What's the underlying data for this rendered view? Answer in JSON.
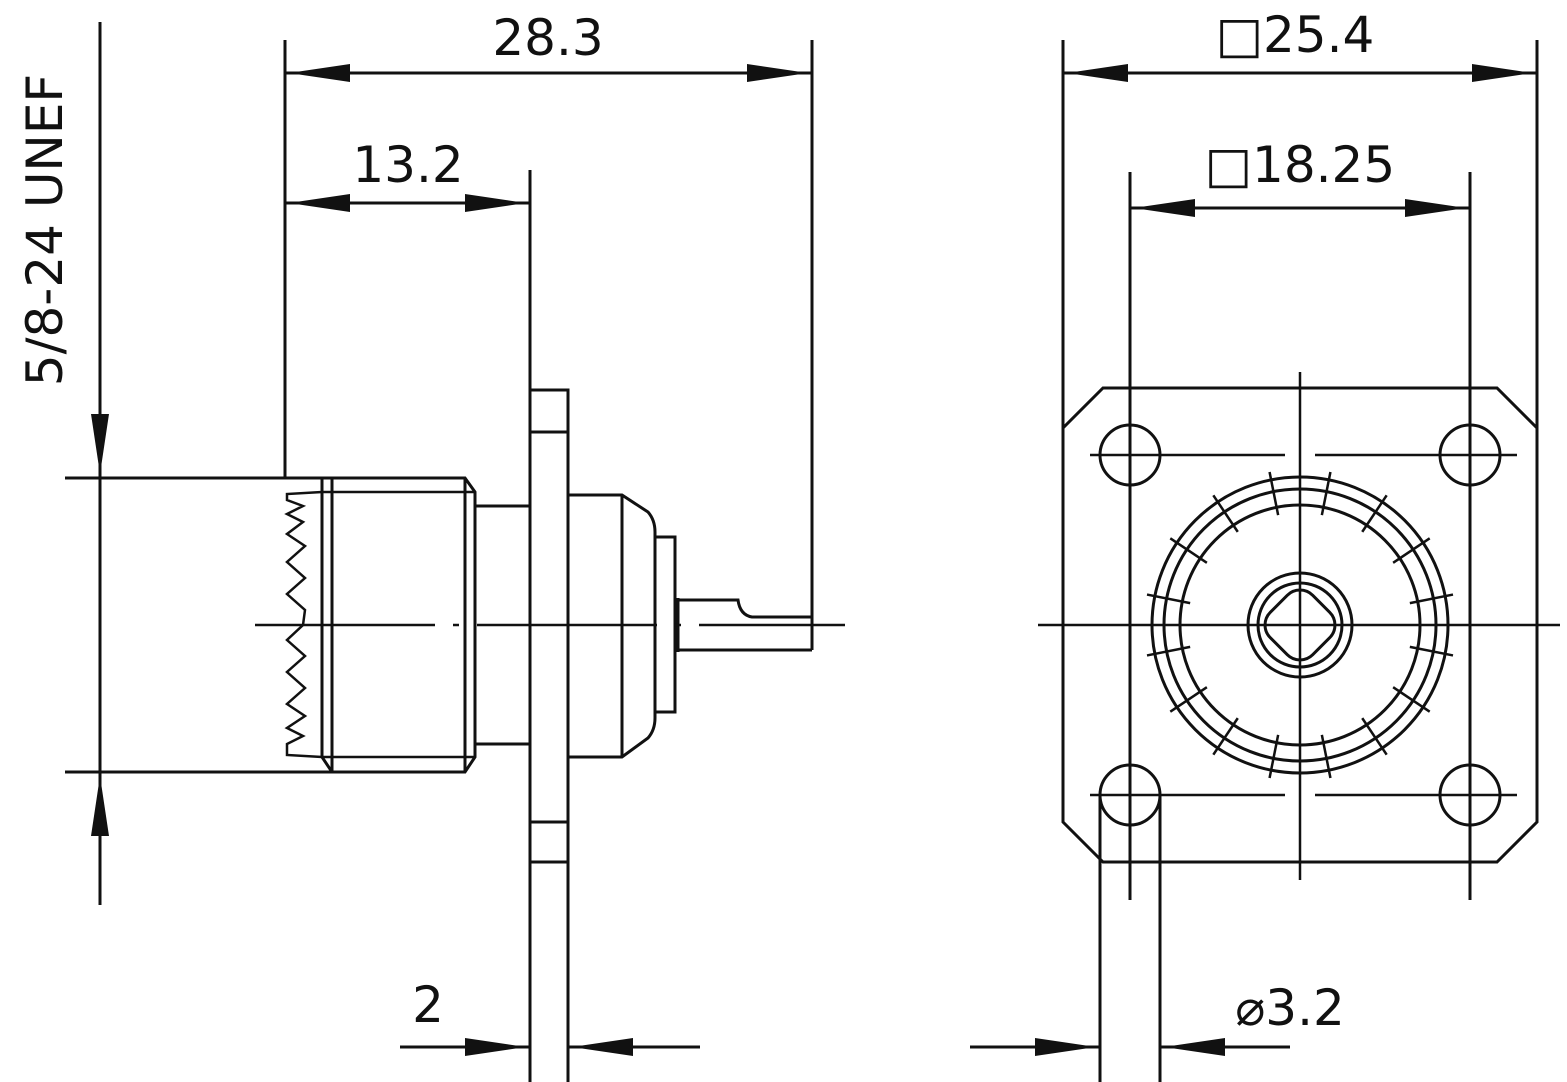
{
  "side_view": {
    "thread_label": "5/8-24 UNEF",
    "overall_length": "28.3",
    "front_length": "13.2",
    "flange_thickness": "2"
  },
  "front_view": {
    "flange_square": "□25.4",
    "hole_spacing": "□18.25",
    "hole_diameter": "⌀3.2"
  }
}
